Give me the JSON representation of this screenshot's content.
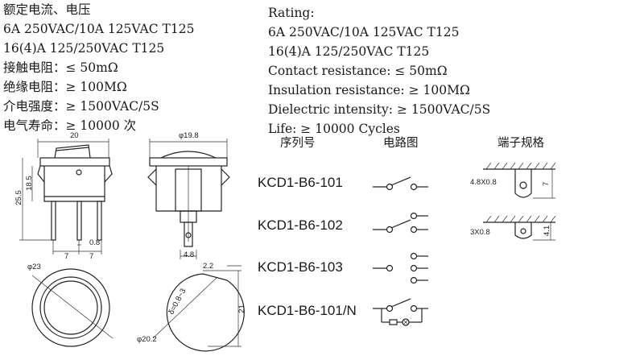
{
  "specs_cn": {
    "line1": "额定电流、电压",
    "line2": "6A 250VAC/10A 125VAC T125",
    "line3": "16(4)A 125/250VAC T125",
    "line4": "接触电阻：≤ 50mΩ",
    "line5": "绝缘电阻：≥ 100MΩ",
    "line6": "介电强度：≥ 1500VAC/5S",
    "line7": "电气寿命：≥ 10000 次"
  },
  "specs_en": {
    "line1": "Rating:",
    "line2": "6A 250VAC/10A 125VAC T125",
    "line3": "16(4)A 125/250VAC T125",
    "line4": "Contact resistance: ≤ 50mΩ",
    "line5": "Insulation resistance: ≥ 100MΩ",
    "line6": "Dielectric intensity: ≥ 1500VAC/5S",
    "line7": "Life: ≥ 10000 Cycles"
  },
  "table_headers": {
    "model": "序列号",
    "circuit": "电路图",
    "terminal": "端子规格"
  },
  "models": [
    "KCD1-B6-101",
    "KCD1-B6-102",
    "KCD1-B6-103",
    "KCD1-B6-101/N"
  ],
  "terminals": {
    "t1": {
      "size": "4.8X0.8",
      "height": "7"
    },
    "t2": {
      "size": "3X0.8",
      "height": "4.1"
    }
  },
  "dimensions": {
    "width_top": "20",
    "height_total": "25.5",
    "height_body": "18.5",
    "pin_gap": "0.8",
    "pitch_left": "7",
    "pitch_right": "7",
    "side_dia": "φ19.8",
    "tab_width": "4.8",
    "front_dia": "φ23",
    "cutout_dia": "φ20.2",
    "panel_thick": "δ=0.8~3",
    "cutout_offset": "2.2",
    "cutout_height": "21"
  }
}
